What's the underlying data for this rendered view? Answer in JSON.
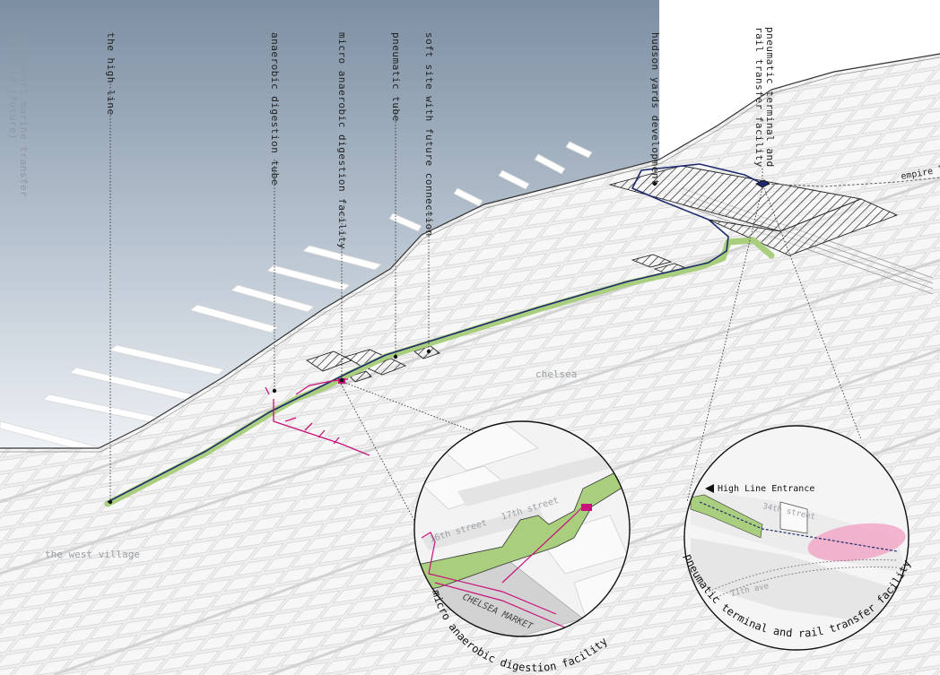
{
  "labels": {
    "gansevoort": "gansevoort marine transfer facility (future)",
    "high_line": "the high line",
    "anaerobic_tube": "anaerobic digestion tube",
    "micro_facility": "micro anaerobic digestion facility",
    "pneumatic_tube": "pneumatic tube",
    "soft_site": "soft site with future connection",
    "hudson_yards": "hudson yards development",
    "pneumatic_terminal": "pneumatic terminal and rail transfer facility",
    "empire": "empire l"
  },
  "neighborhoods": {
    "chelsea": "chelsea",
    "west_village": "the west village"
  },
  "inset_left": {
    "caption": "micro anaerobic digestion facility",
    "street_17": "17th street",
    "street_16": "16th street",
    "market": "CHELSEA MARKET"
  },
  "inset_right": {
    "caption": "pneumatic terminal and rail transfer facility",
    "entrance": "High Line Entrance",
    "street_34": "34th street",
    "street_11": "11th ave"
  },
  "colors": {
    "water_top": "#7d8fa3",
    "water_bottom": "#eef1f5",
    "highline_green": "#a9cf7e",
    "pneumatic_blue": "#1e2a6e",
    "digestion_magenta": "#c8127a",
    "terminal_pink": "#f2a8c8"
  }
}
